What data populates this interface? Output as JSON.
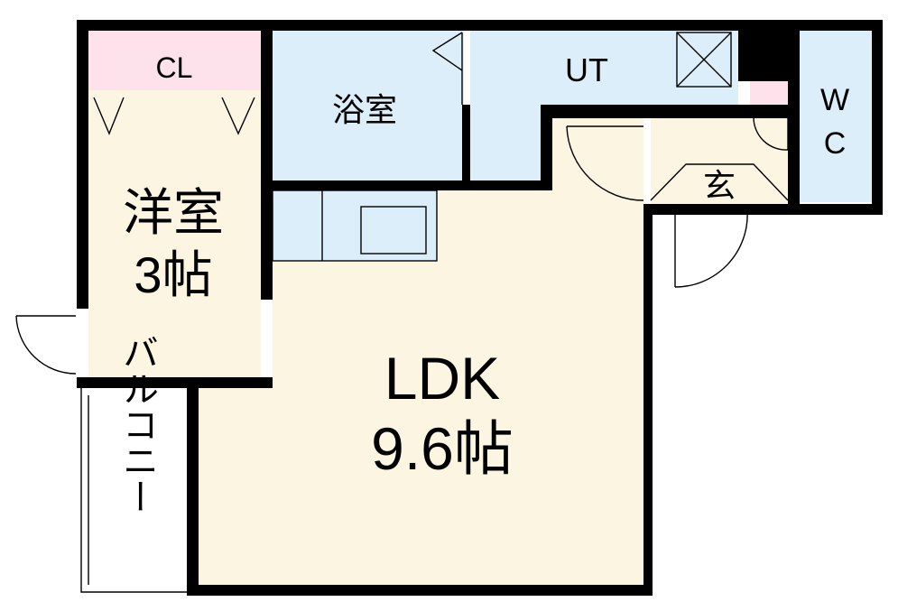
{
  "rooms": {
    "closet": "CL",
    "bathroom": "浴室",
    "utility": "UT",
    "toilet_line1": "W",
    "toilet_line2": "C",
    "western_room_name": "洋室",
    "western_room_size": "3帖",
    "entrance": "玄",
    "ldk_name": "LDK",
    "ldk_size": "9.6帖",
    "balcony": "バルコニー"
  },
  "colors": {
    "closet_fill": "#fde2ec",
    "wet_area_fill": "#ddeefb",
    "living_fill": "#fcf5e1",
    "balcony_fill": "#ffffff",
    "wall": "#000000"
  }
}
